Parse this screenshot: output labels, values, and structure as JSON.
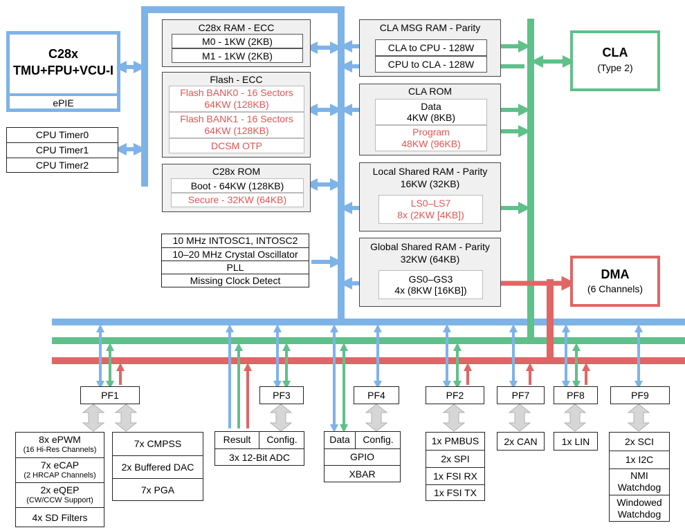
{
  "cpu": {
    "title": "C28x",
    "subtitle": "TMU+FPU+VCU-I",
    "epie": "ePIE"
  },
  "timers": [
    "CPU Timer0",
    "CPU Timer1",
    "CPU Timer2"
  ],
  "c28x_ram": {
    "title": "C28x RAM - ECC",
    "rows": [
      "M0 - 1KW (2KB)",
      "M1 - 1KW (2KB)"
    ]
  },
  "flash": {
    "title": "Flash - ECC",
    "bank0": [
      "Flash BANK0 - 16 Sectors",
      "64KW (128KB)"
    ],
    "bank1": [
      "Flash BANK1 - 16 Sectors",
      "64KW (128KB)"
    ],
    "dcsm": "DCSM OTP"
  },
  "c28x_rom": {
    "title": "C28x ROM",
    "boot": "Boot - 64KW (128KB)",
    "secure": "Secure - 32KW (64KB)"
  },
  "clocks": [
    "10 MHz INTOSC1, INTOSC2",
    "10–20 MHz Crystal Oscillator",
    "PLL",
    "Missing Clock Detect"
  ],
  "cla_msg": {
    "title": "CLA MSG RAM - Parity",
    "rows": [
      "CLA to CPU - 128W",
      "CPU to CLA - 128W"
    ]
  },
  "cla_rom": {
    "title": "CLA ROM",
    "data": [
      "Data",
      "4KW (8KB)"
    ],
    "program": [
      "Program",
      "48KW (96KB)"
    ]
  },
  "ls_ram": {
    "title": [
      "Local Shared RAM - Parity",
      "16KW (32KB)"
    ],
    "inner": [
      "LS0–LS7",
      "8x (2KW [4KB])"
    ]
  },
  "gs_ram": {
    "title": [
      "Global Shared RAM - Parity",
      "32KW (64KB)"
    ],
    "inner": [
      "GS0–GS3",
      "4x (8KW [16KB])"
    ]
  },
  "cla": {
    "title": "CLA",
    "sub": "(Type 2)"
  },
  "dma": {
    "title": "DMA",
    "sub": "(6 Channels)"
  },
  "pf": {
    "pf1": "PF1",
    "pf3": "PF3",
    "pf4": "PF4",
    "pf2": "PF2",
    "pf7": "PF7",
    "pf8": "PF8",
    "pf9": "PF9"
  },
  "pf1_list": {
    "epwm": [
      "8x ePWM",
      "(16 Hi-Res Channels)"
    ],
    "ecap": [
      "7x eCAP",
      "(2 HRCAP Channels)"
    ],
    "eqep": [
      "2x eQEP",
      "(CW/CCW Support)"
    ],
    "sd": "4x SD Filters"
  },
  "analog": [
    "7x CMPSS",
    "2x Buffered DAC",
    "7x PGA"
  ],
  "adc": {
    "result": "Result",
    "config": "Config.",
    "name": "3x 12-Bit ADC"
  },
  "gpio": {
    "data": "Data",
    "config": "Config.",
    "gpio": "GPIO",
    "xbar": "XBAR"
  },
  "pf2_list": [
    "1x PMBUS",
    "2x SPI",
    "1x FSI RX",
    "1x FSI TX"
  ],
  "pf7_list": [
    "2x CAN"
  ],
  "pf8_list": [
    "1x LIN"
  ],
  "pf9_list": [
    "2x SCI",
    "1x I2C",
    [
      "NMI",
      "Watchdog"
    ],
    [
      "Windowed",
      "Watchdog"
    ]
  ],
  "colors": {
    "blue_bus": "#7eb3e8",
    "green_bus": "#5fc08a",
    "red_bus": "#e06565",
    "gray_arrow": "#c8c8c8"
  }
}
